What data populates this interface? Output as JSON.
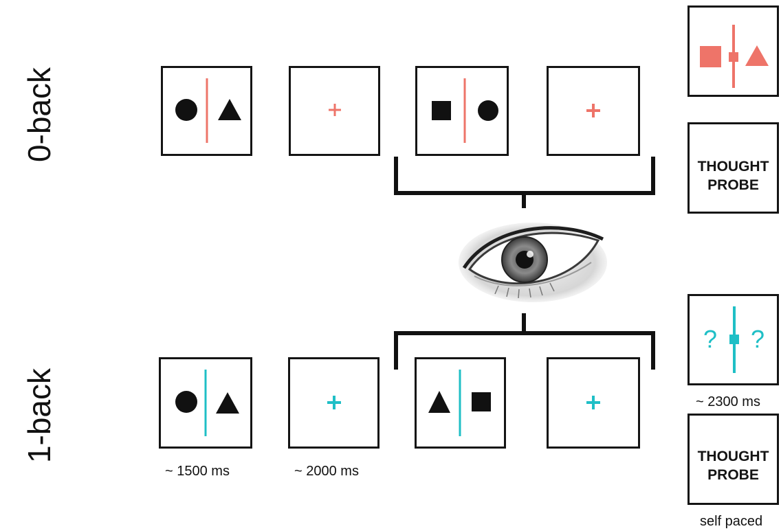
{
  "rows": [
    {
      "label": "0-back",
      "color": "#ee7469"
    },
    {
      "label": "1-back",
      "color": "#1fbfc6"
    }
  ],
  "stimuli": {
    "zero_back": [
      {
        "kind": "shapes",
        "left_shape": "circle",
        "right_shape": "triangle"
      },
      {
        "kind": "fixation-cross"
      },
      {
        "kind": "shapes",
        "left_shape": "square",
        "right_shape": "circle"
      },
      {
        "kind": "fixation-cross"
      }
    ],
    "one_back": [
      {
        "kind": "shapes",
        "left_shape": "circle",
        "right_shape": "triangle"
      },
      {
        "kind": "fixation-cross"
      },
      {
        "kind": "shapes",
        "left_shape": "triangle",
        "right_shape": "square"
      },
      {
        "kind": "fixation-cross"
      }
    ]
  },
  "probes": {
    "zero_back_response": {
      "shapes": [
        "square",
        "triangle"
      ]
    },
    "one_back_response": {
      "symbol": "?"
    },
    "thought_probe_line1": "THOUGHT",
    "thought_probe_line2": "PROBE"
  },
  "timings": {
    "stimulus": "~ 1500 ms",
    "fixation": "~ 2000 ms",
    "response": "~ 2300 ms",
    "thought_probe": "self paced"
  },
  "center_icon": "eye-icon"
}
